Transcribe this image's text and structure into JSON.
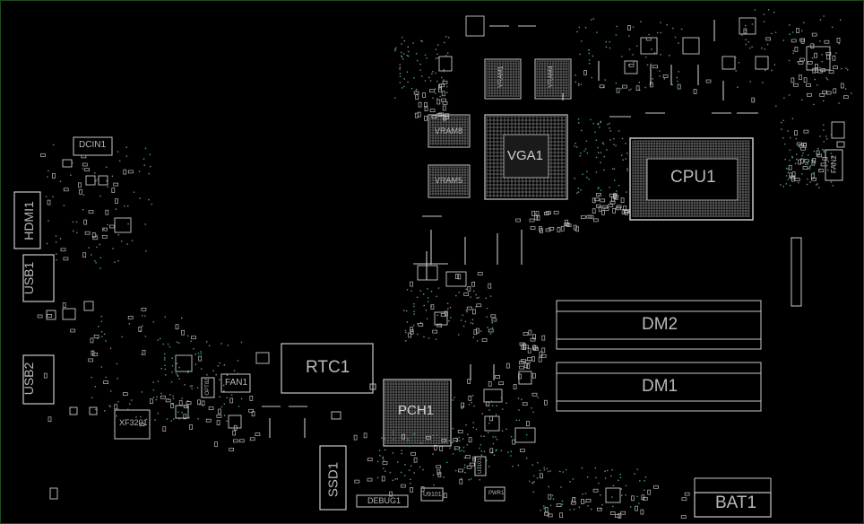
{
  "board": {
    "colors": {
      "background": "#000000",
      "outline": "#c8c8c8",
      "vias": "#3aa39a",
      "frame": "#1f4a1f"
    },
    "components": {
      "cpu": "CPU1",
      "vga": "VGA1",
      "pch": "PCH1",
      "rtc": "RTC1",
      "dimm_top": "DM2",
      "dimm_bottom": "DM1",
      "battery": "BAT1",
      "ssd": "SSD1",
      "hdmi": "HDMI1",
      "usb1": "USB1",
      "usb2": "USB2",
      "dcin": "DCIN1",
      "fan1": "FAN1",
      "fan2": "FAN2",
      "vram1": "VRAM1",
      "vram4": "VRAM4",
      "vram8": "VRAM8",
      "vram5": "VRAM5",
      "xf3201": "XF3201",
      "debug": "DEBUG1",
      "u9101": "U9101",
      "opt82": "OPT82",
      "pwr1": "PWR1",
      "u3101": "U3101"
    }
  }
}
